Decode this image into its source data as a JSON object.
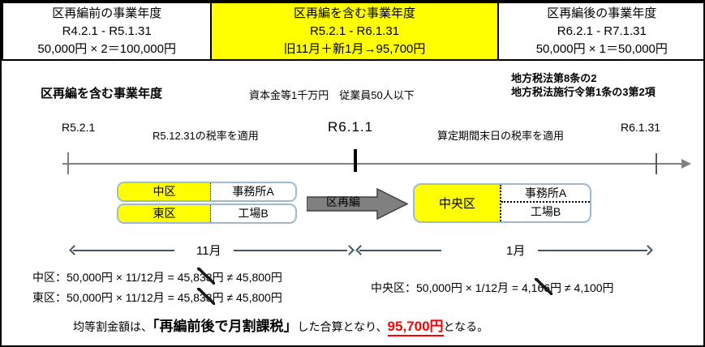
{
  "header": {
    "boxes": [
      {
        "title": "区再編前の事業年度",
        "period": "R4.2.1 - R5.1.31",
        "calc": "50,000円 × 2＝100,000円"
      },
      {
        "title": "区再編を含む事業年度",
        "period": "R5.2.1 - R6.1.31",
        "calc": "旧11月＋新1月→95,700円"
      },
      {
        "title": "区再編後の事業年度",
        "period": "R6.2.1 - R7.1.31",
        "calc": "50,000円 × 1＝50,000円"
      }
    ],
    "law_refs": {
      "line1": "地方税法第8条の2",
      "line2": "地方税法施行令第1条の3第2項"
    }
  },
  "section": {
    "title": "区再編を含む事業年度",
    "conditions": "資本金等1千万円　従業員50人以下"
  },
  "timeline": {
    "start_label": "R5.2.1",
    "mid_label": "R6.1.1",
    "end_label": "R6.1.31",
    "left_note": "R5.12.31の税率を適用",
    "right_note": "算定期間末日の税率を適用"
  },
  "org": {
    "before": {
      "rows": [
        {
          "ward": "中区",
          "site": "事務所A"
        },
        {
          "ward": "東区",
          "site": "工場B"
        }
      ]
    },
    "arrow_label": "区再編",
    "after": {
      "ward": "中央区",
      "site_top": "事務所A",
      "site_bottom": "工場B"
    }
  },
  "spans": {
    "old_months": "11月",
    "new_months": "1月"
  },
  "formulas": {
    "naka": {
      "prefix": "中区：50,000円 × 11/12月 = 45,8",
      "struck": "33",
      "suffix": "円 ≠ 45,800円"
    },
    "higashi": {
      "prefix": "東区：50,000円 × 11/12月 = 45,8",
      "struck": "33",
      "suffix": "円 ≠ 45,800円"
    },
    "chuo": {
      "prefix": "中央区：50,000円 × 1/12月 = 4,1",
      "struck": "66",
      "suffix": "円 ≠ 4,100円"
    }
  },
  "summary": {
    "part1": "均等割金額は、",
    "part2": "「再編前後で月割課税」",
    "part3": "した合算となり、",
    "part4": "95,700円",
    "part5": "となる。"
  },
  "colors": {
    "highlight_yellow": "#ffff00",
    "arrow_gray": "#808080",
    "timeline_gray": "#808080",
    "span_slate": "#44546a",
    "box_border_blue": "#9fb9cf",
    "accent_red": "#ff0000"
  }
}
